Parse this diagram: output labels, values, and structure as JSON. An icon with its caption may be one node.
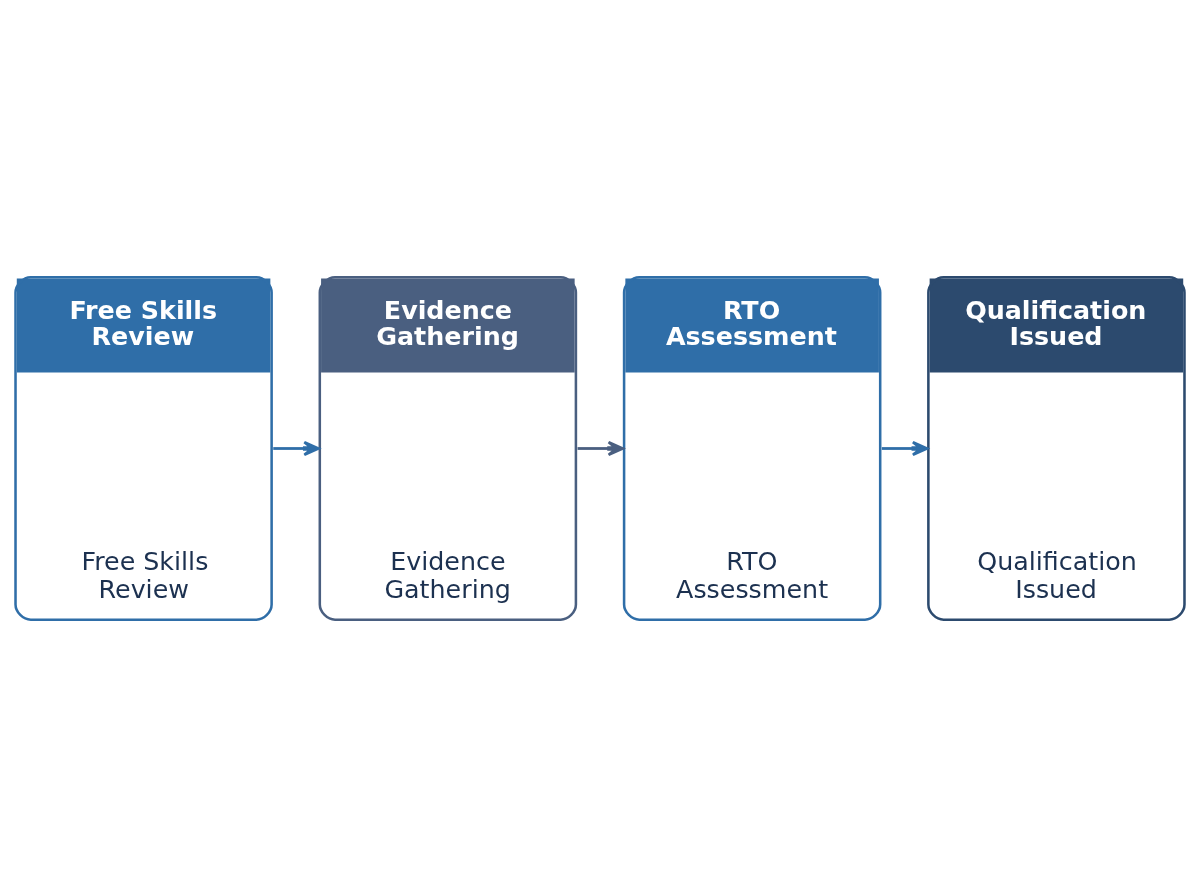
{
  "diagram": {
    "nodes": [
      {
        "text": [
          "Free Skills Review",
          "Free Skills Review"
        ]
      },
      {
        "text": [
          "Evidence Gathering",
          "Evidence Gathering"
        ]
      },
      {
        "text": [
          "RTO Assessment",
          "RTO Assessment"
        ]
      },
      {
        "text": [
          "Qualification Issued",
          "Qualification Issued"
        ]
      }
    ],
    "edges": [
      {
        "from": 0,
        "to": 1,
        "arrow": "to"
      },
      {
        "from": 1,
        "to": 2,
        "arrow": "to",
        "color": "#4a5f80"
      },
      {
        "from": 2,
        "to": 3,
        "arrow": "to"
      }
    ]
  }
}
